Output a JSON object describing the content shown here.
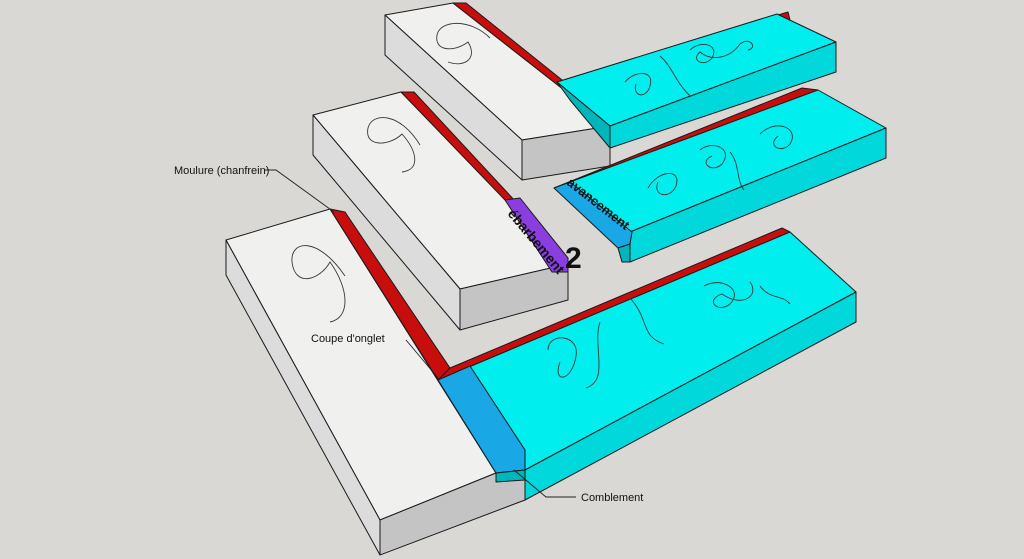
{
  "colors": {
    "background": "#d9d8d5",
    "white_top": "#f0f0ef",
    "white_side": "#dcdcdc",
    "white_dark": "#c4c4c4",
    "red": "#c80d0d",
    "red_dark": "#8e0707",
    "cyan_top": "#00eeee",
    "cyan_side": "#00d8dc",
    "cyan_dark": "#00b6bc",
    "blue": "#19a7e6",
    "purple": "#8a3ee0"
  },
  "labels": {
    "moulure": "Moulure (chanfrein)",
    "coupe": "Coupe d'onglet",
    "comblement": "Comblement",
    "ebarbement": "ébarbement",
    "avancement": "avancement",
    "step_number": "2"
  },
  "icons": {
    "grain": "wood-grain-swirl"
  }
}
